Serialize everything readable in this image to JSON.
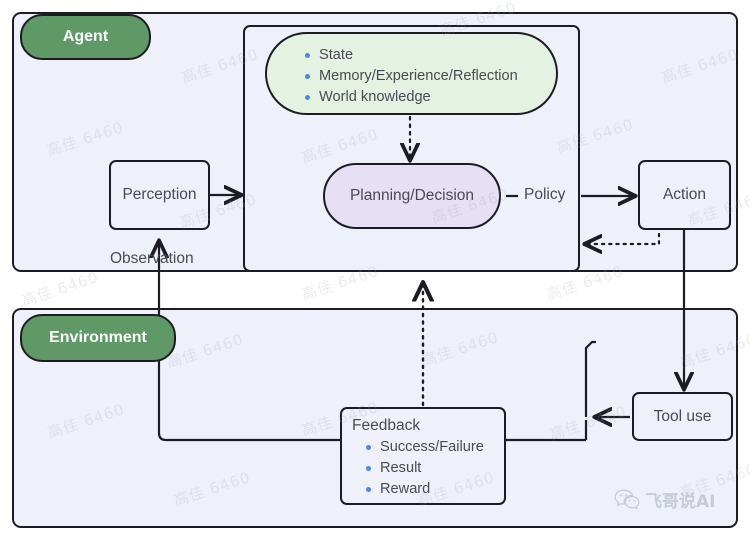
{
  "diagram": {
    "title": "Agent and Environment interaction loop",
    "sections": [
      {
        "id": "agent",
        "label": "Agent"
      },
      {
        "id": "environment",
        "label": "Environment"
      }
    ],
    "nodes": {
      "knowledge": {
        "label": "",
        "items": [
          "State",
          "Memory/Experience/Reflection",
          "World knowledge"
        ]
      },
      "planning": {
        "label": "Planning/Decision"
      },
      "perception": {
        "label": "Perception"
      },
      "action": {
        "label": "Action"
      },
      "tool_use": {
        "label": "Tool use"
      },
      "feedback": {
        "label": "Feedback",
        "items": [
          "Success/Failure",
          "Result",
          "Reward"
        ]
      }
    },
    "edge_labels": {
      "observation": "Observation",
      "policy": "Policy"
    },
    "colors": {
      "section_pill": "#5f9966",
      "panel_fill": "#eef1fa",
      "knowledge_fill": "#e4f2e2",
      "planning_fill": "#e7dff5",
      "stroke": "#1c1c22",
      "text": "#4a4a52",
      "bullet": "#4a86e8"
    }
  },
  "watermarks": {
    "tiled_text": "高佳 6460",
    "brand_text": "飞哥说AI"
  }
}
